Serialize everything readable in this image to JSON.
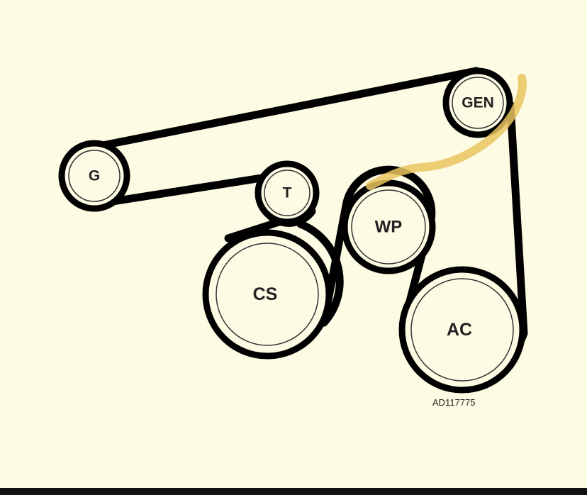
{
  "colors": {
    "background": "#fdfbe4",
    "belt": "#000000",
    "pulley_fill": "#fdfbe4",
    "pulley_ring": "#333333",
    "highlight": "#e9c45f"
  },
  "pulleys": {
    "gen": {
      "label": "GEN"
    },
    "g": {
      "label": "G"
    },
    "t": {
      "label": "T"
    },
    "wp": {
      "label": "WP"
    },
    "cs": {
      "label": "CS"
    },
    "ac": {
      "label": "AC"
    }
  },
  "figure_id": "AD117775"
}
